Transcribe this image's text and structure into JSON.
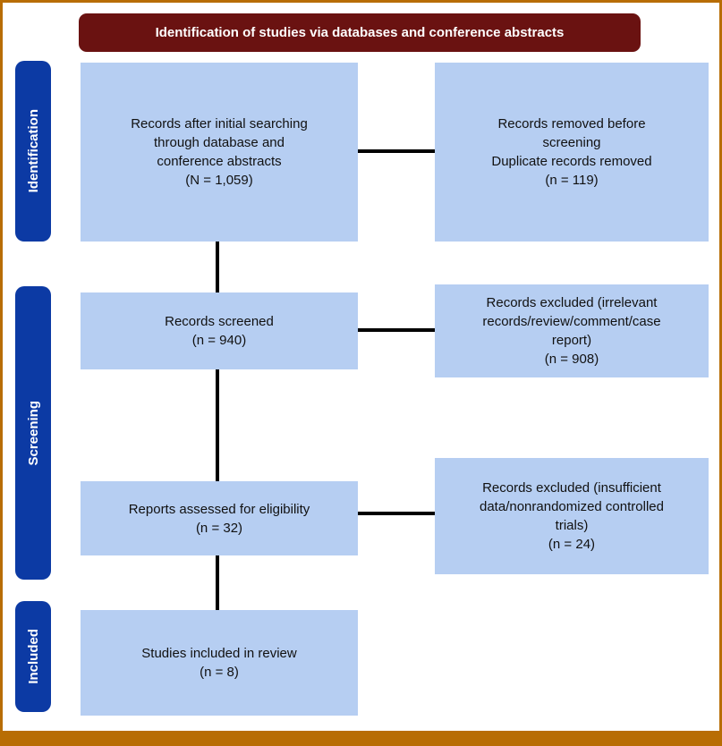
{
  "diagram": {
    "title": "Identification of studies via databases and conference abstracts",
    "stages": [
      {
        "label": "Identification"
      },
      {
        "label": "Screening"
      },
      {
        "label": "Included"
      }
    ],
    "boxes": [
      {
        "name": "records-identified",
        "text": "Records after initial searching\nthrough database and\nconference abstracts\n(N = 1,059)"
      },
      {
        "name": "records-removed-before-screening",
        "text": "Records removed before\nscreening\nDuplicate records removed\n(n = 119)"
      },
      {
        "name": "records-screened",
        "text": "Records screened\n(n = 940)"
      },
      {
        "name": "records-excluded-screening",
        "text": "Records excluded (irrelevant\nrecords/review/comment/case\nreport)\n(n = 908)"
      },
      {
        "name": "reports-assessed",
        "text": "Reports assessed for eligibility\n(n = 32)"
      },
      {
        "name": "records-excluded-eligibility",
        "text": "Records excluded (insufficient\ndata/nonrandomized controlled\ntrials)\n(n = 24)"
      },
      {
        "name": "studies-included",
        "text": "Studies included in review\n(n = 8)"
      }
    ],
    "counts": {
      "initial_records": "1,059",
      "duplicates_removed": "119",
      "screened": "940",
      "excluded_screening": "908",
      "assessed_eligibility": "32",
      "excluded_eligibility": "24",
      "included_in_review": "8"
    },
    "colors": {
      "page_border": "#b86d04",
      "title_background": "#6a1211",
      "stage_background": "#0c3aa4",
      "box_background": "#b6cef2",
      "connector_line": "#000000",
      "title_text": "#ffffff",
      "box_text": "#111111"
    }
  }
}
